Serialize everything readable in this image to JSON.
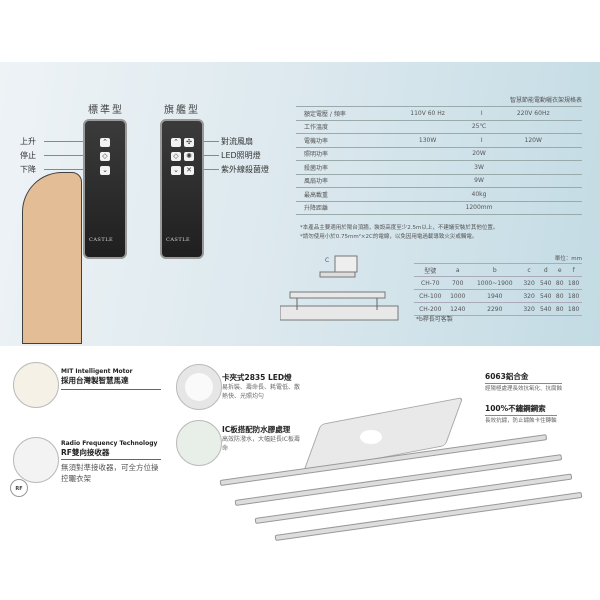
{
  "remotes": {
    "standard_title": "標準型",
    "flagship_title": "旗艦型",
    "left_labels": [
      "上升",
      "停止",
      "下降"
    ],
    "right_labels": [
      "對流風扇",
      "LED照明燈",
      "紫外線殺菌燈"
    ],
    "brand": "CASTLE"
  },
  "spec": {
    "title": "智慧節能電動曬衣架規格表",
    "rows": [
      {
        "label": "額定電壓 / 頻率",
        "v1": "110V 60 Hz",
        "sep": "I",
        "v2": "220V 60Hz"
      },
      {
        "label": "工作溫度",
        "value": "25℃"
      },
      {
        "label": "電機功率",
        "v1": "130W",
        "sep": "I",
        "v2": "120W"
      },
      {
        "label": "照明功率",
        "value": "20W"
      },
      {
        "label": "殺菌功率",
        "value": "3W"
      },
      {
        "label": "風扇功率",
        "value": "9W"
      },
      {
        "label": "最高載重",
        "value": "40kg"
      },
      {
        "label": "升降距離",
        "value": "1200mm"
      }
    ],
    "notes": [
      "*本產品主要適用於陽台頂牆，裝設高度至少2.5m以上，不建議安裝於其他位置。",
      "*請勿使用小於0.75mm²×2C的電線，以免因用電過載導致火災或觸電。"
    ]
  },
  "dimensions": {
    "unit": "單位：mm",
    "headers": [
      "型號",
      "a",
      "b",
      "c",
      "d",
      "e",
      "f"
    ],
    "rows": [
      [
        "CH-70",
        "700",
        "1000~1900",
        "320",
        "540",
        "80",
        "180"
      ],
      [
        "CH-100",
        "1000",
        "1940",
        "320",
        "540",
        "80",
        "180"
      ],
      [
        "CH-200",
        "1240",
        "2290",
        "320",
        "540",
        "80",
        "180"
      ]
    ],
    "note": "*b桿長可客製",
    "diagram_labels": [
      "C"
    ]
  },
  "features": [
    {
      "en": "MIT Intelligent Motor",
      "zh": "採用台灣製智慧馬達"
    },
    {
      "en": "Radio Frequency Technology",
      "zh": "RF雙向接收器",
      "desc": "無須對準接收器，可全方位操控曬衣架",
      "badge": "RF"
    },
    {
      "zh": "卡夾式2835 LED燈",
      "desc": "易拆裝、壽命長、耗電低、散熱快、光照均勻"
    },
    {
      "zh": "IC板搭配防水膠處理",
      "desc": "高效防潑水，大幅延長IC板壽命"
    },
    {
      "zh": "6063鋁合金",
      "desc": "經陽極處理長效抗氧化、抗腐蝕"
    },
    {
      "zh": "100%不鏽鋼鋼索",
      "desc": "長效抗鏽，防止鏽蝕卡住轉軸"
    }
  ]
}
